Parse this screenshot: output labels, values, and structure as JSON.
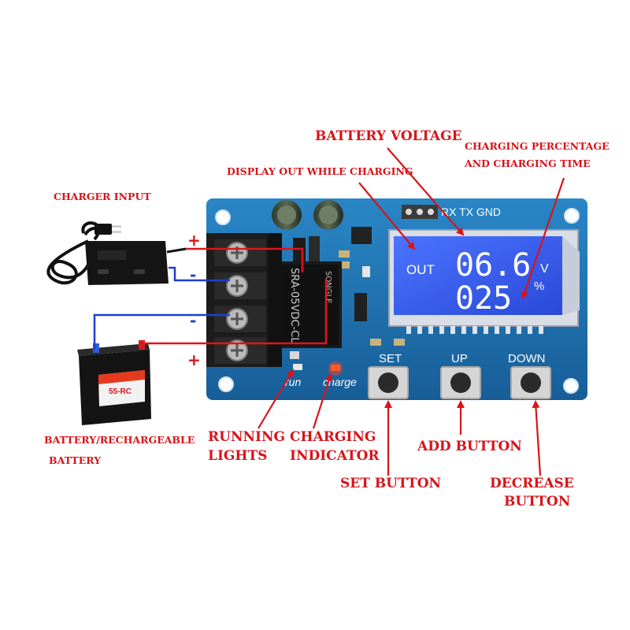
{
  "labels": {
    "battery_voltage": "BATTERY VOLTAGE",
    "charging_percentage_line1": "CHARGING PERCENTAGE",
    "charging_percentage_line2": "AND CHARGING TIME",
    "display_out": "DISPLAY OUT WHILE CHARGING",
    "charger_input": "CHARGER INPUT",
    "battery_line1": "BATTERY/RECHARGEABLE",
    "battery_line2": "BATTERY",
    "running_lights_line1": "RUNNING",
    "running_lights_line2": "LIGHTS",
    "charging_indicator_line1": "CHARGING",
    "charging_indicator_line2": "INDICATOR",
    "add_button": "ADD BUTTON",
    "set_button": "SET BUTTON",
    "decrease_line1": "DECREASE",
    "decrease_line2": "BUTTON"
  },
  "terminals": {
    "plus_top": "+",
    "minus_1": "-",
    "minus_2": "-",
    "plus_bottom": "+"
  },
  "board": {
    "header": "RX TX GND",
    "relay_model": "SRA-05VDC-CL",
    "relay_brand": "SONGLE",
    "run_label": "run",
    "charge_label": "charge",
    "set_label": "SET",
    "up_label": "UP",
    "down_label": "DOWN"
  },
  "lcd": {
    "out": "OUT",
    "voltage": "06.6",
    "voltage_unit": "V",
    "percent": "025",
    "percent_unit": "%"
  },
  "battery": {
    "model": "55-RC"
  },
  "colors": {
    "annotation": "#d8141a",
    "pcb": "#1d6fae",
    "lcd": "#2f55e6",
    "wire_red": "#e0141c",
    "wire_blue": "#1f3fc8"
  }
}
